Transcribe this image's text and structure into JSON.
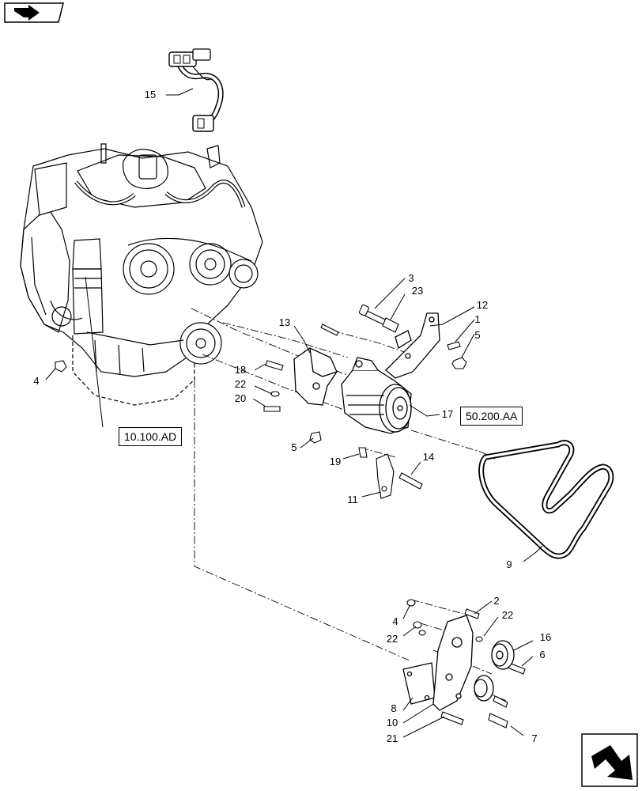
{
  "callouts": [
    {
      "id": "c15a",
      "label": "15"
    },
    {
      "id": "c3",
      "label": "3"
    },
    {
      "id": "c23",
      "label": "23"
    },
    {
      "id": "c12",
      "label": "12"
    },
    {
      "id": "c13",
      "label": "13"
    },
    {
      "id": "c1",
      "label": "1"
    },
    {
      "id": "c5a",
      "label": "5"
    },
    {
      "id": "c18",
      "label": "18"
    },
    {
      "id": "c22a",
      "label": "22"
    },
    {
      "id": "c20",
      "label": "20"
    },
    {
      "id": "c4a",
      "label": "4"
    },
    {
      "id": "c17",
      "label": "17"
    },
    {
      "id": "c5b",
      "label": "5"
    },
    {
      "id": "c19",
      "label": "19"
    },
    {
      "id": "c14",
      "label": "14"
    },
    {
      "id": "c11",
      "label": "11"
    },
    {
      "id": "c9",
      "label": "9"
    },
    {
      "id": "c2",
      "label": "2"
    },
    {
      "id": "c4b",
      "label": "4"
    },
    {
      "id": "c22b",
      "label": "22"
    },
    {
      "id": "c22c",
      "label": "22"
    },
    {
      "id": "c16",
      "label": "16"
    },
    {
      "id": "c6",
      "label": "6"
    },
    {
      "id": "c8",
      "label": "8"
    },
    {
      "id": "c10",
      "label": "10"
    },
    {
      "id": "c21",
      "label": "21"
    },
    {
      "id": "c7",
      "label": "7"
    }
  ],
  "references": {
    "engine_ref": "10.100.AD",
    "compressor_ref": "50.200.AA"
  },
  "icons": {
    "top_left": "navigation-arrow-icon",
    "bottom_right": "next-page-arrow-icon"
  },
  "colors": {
    "line": "#000000",
    "background": "#ffffff"
  }
}
